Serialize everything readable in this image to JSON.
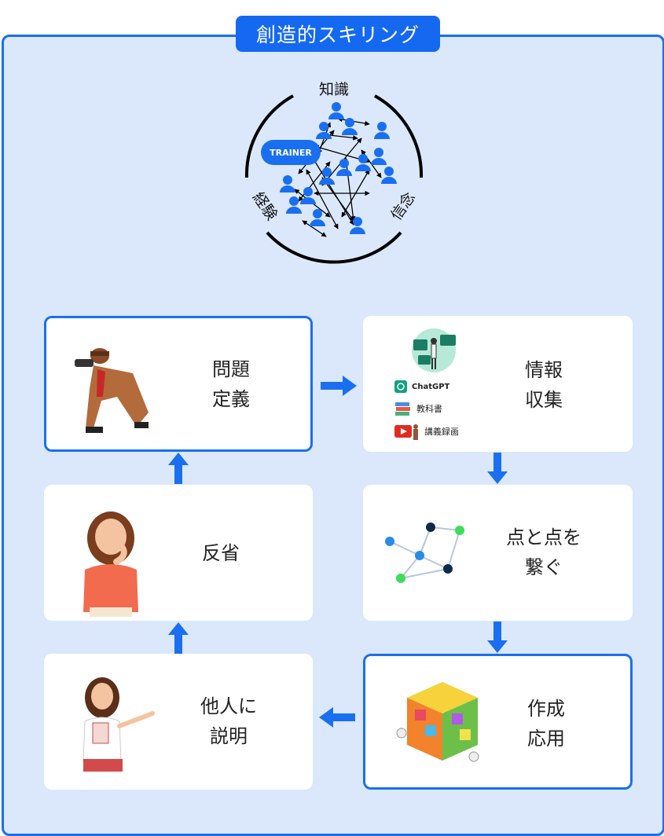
{
  "title": "創造的スキリング",
  "cycle": {
    "knowledge_label": "知識",
    "experience_label": "経験",
    "belief_label": "信念",
    "trainer_label": "TRAINER"
  },
  "cards": {
    "problem": {
      "line1": "問題",
      "line2": "定義"
    },
    "info": {
      "line1": "情報",
      "line2": "収集",
      "sources": [
        "ChatGPT",
        "教科書",
        "講義録画"
      ]
    },
    "connect": {
      "line1": "点と点を",
      "line2": "繋ぐ"
    },
    "create": {
      "line1": "作成",
      "line2": "応用"
    },
    "explain": {
      "line1": "他人に",
      "line2": "説明"
    },
    "reflect": {
      "line1": "反省"
    }
  },
  "colors": {
    "accent": "#1a6ff0",
    "frame_bg": "#dbe8fb",
    "card_bg": "#ffffff",
    "node_green": "#3ddc5a",
    "node_blue": "#2b8ae8",
    "node_dark": "#0e2a4a"
  },
  "icons": {
    "problem": "detective-binoculars-icon",
    "info": "information-people-icon",
    "connect": "network-graph-icon",
    "create": "puzzle-cube-icon",
    "explain": "presenter-woman-icon",
    "reflect": "thinking-woman-icon"
  }
}
